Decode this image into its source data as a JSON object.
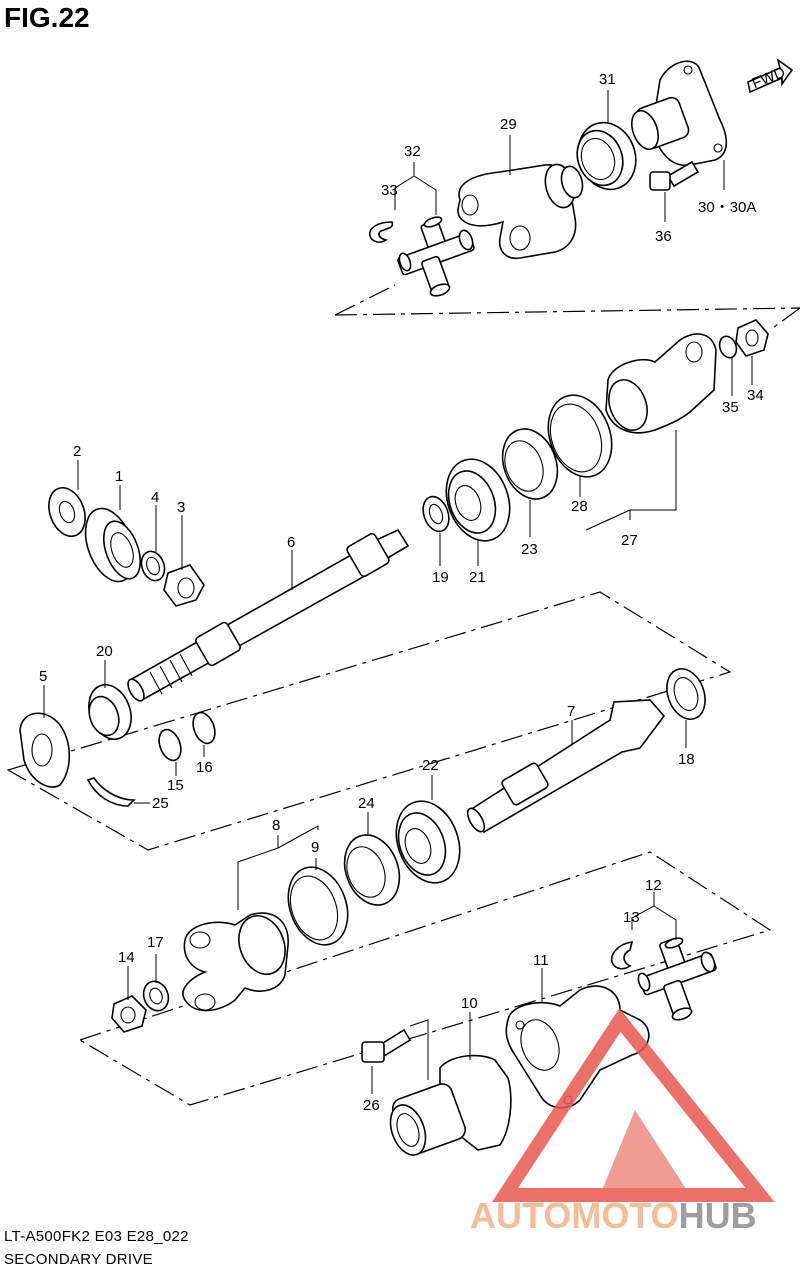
{
  "figure": {
    "title": "FIG.22",
    "model_code": "LT-A500FK2 E03 E28_022",
    "section_name": "SECONDARY DRIVE"
  },
  "direction_tag": "FWD",
  "watermark": {
    "text_a": "AUTOMOTO",
    "text_b": "HUB",
    "color_a": "#f4b183",
    "color_b": "#8c8c8c",
    "logo_color": "#e8584f"
  },
  "part_numbers": {
    "p1": "1",
    "p2": "2",
    "p3": "3",
    "p4": "4",
    "p5": "5",
    "p6": "6",
    "p7": "7",
    "p8": "8",
    "p9": "9",
    "p10": "10",
    "p11": "11",
    "p12": "12",
    "p13": "13",
    "p14": "14",
    "p15": "15",
    "p16": "16",
    "p17": "17",
    "p18": "18",
    "p19": "19",
    "p20": "20",
    "p21": "21",
    "p22": "22",
    "p23": "23",
    "p24": "24",
    "p25": "25",
    "p26": "26",
    "p27": "27",
    "p28": "28",
    "p29": "29",
    "p30": "30・30A",
    "p31": "31",
    "p32": "32",
    "p33": "33",
    "p34": "34",
    "p35": "35",
    "p36": "36"
  }
}
